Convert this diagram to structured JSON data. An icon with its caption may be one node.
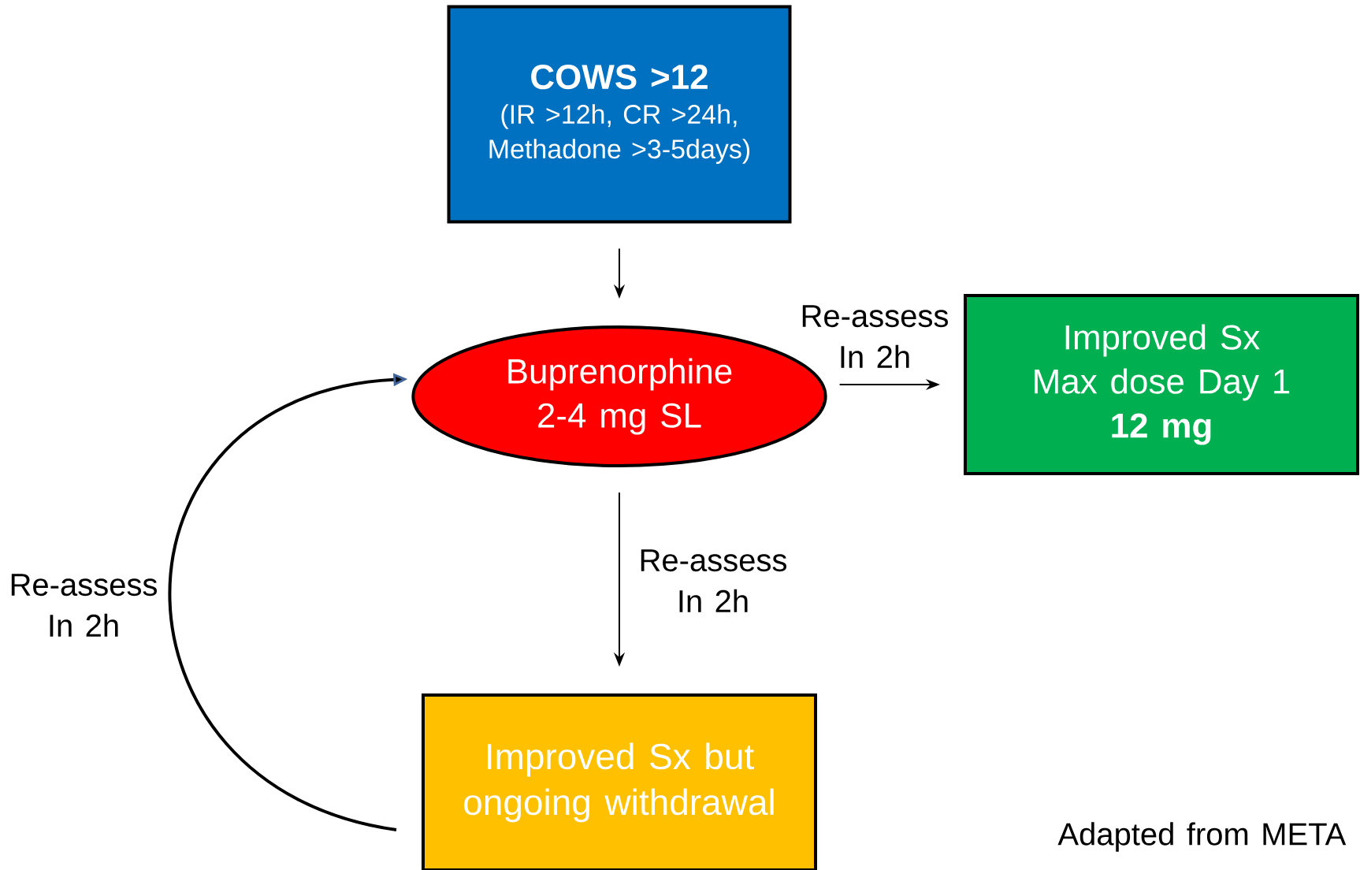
{
  "diagram": {
    "nodes": [
      {
        "text": [
          "COWS >12",
          "(IR >12h, CR >24h, Methadone >3-5days)"
        ]
      },
      {
        "text": [
          "Buprenorphine 2-4 mg SL"
        ]
      },
      {
        "text": [
          "Improved Sx",
          "Max dose Day 1",
          "12 mg"
        ]
      },
      {
        "text": [
          "Improved Sx but ongoing withdrawal"
        ]
      }
    ],
    "edges": [
      {
        "from": 0,
        "to": 1,
        "arrow": "to"
      },
      {
        "from": 1,
        "to": 2,
        "arrow": "to",
        "label": "Re-assess In 2h"
      },
      {
        "from": 1,
        "to": 3,
        "arrow": "to",
        "label": "Re-assess In 2h"
      },
      {
        "from": 3,
        "to": 1,
        "arrow": "to",
        "label": "Re-assess In 2h"
      }
    ],
    "labels": [
      "Adapted from META"
    ]
  }
}
